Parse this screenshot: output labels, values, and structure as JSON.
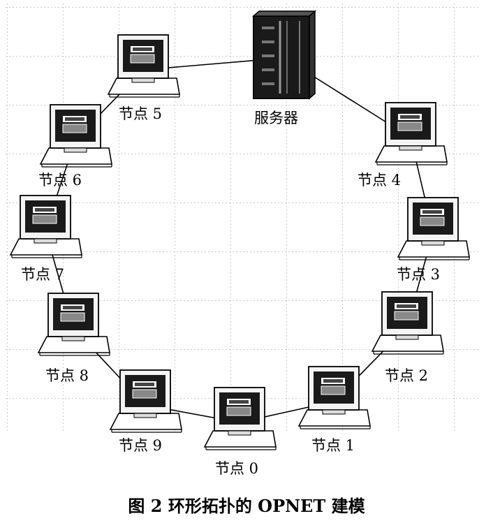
{
  "diagram": {
    "title": "OPNET ring topology",
    "server": {
      "label": "服务器",
      "icon": "server-tower-icon"
    },
    "nodes": [
      {
        "id": "n0",
        "label": "节点 0"
      },
      {
        "id": "n1",
        "label": "节点 1"
      },
      {
        "id": "n2",
        "label": "节点 2"
      },
      {
        "id": "n3",
        "label": "节点 3"
      },
      {
        "id": "n4",
        "label": "节点 4"
      },
      {
        "id": "n5",
        "label": "节点 5"
      },
      {
        "id": "n6",
        "label": "节点 6"
      },
      {
        "id": "n7",
        "label": "节点 7"
      },
      {
        "id": "n8",
        "label": "节点 8"
      },
      {
        "id": "n9",
        "label": "节点 9"
      }
    ],
    "links": [
      [
        "n0",
        "n1"
      ],
      [
        "n1",
        "n2"
      ],
      [
        "n2",
        "n3"
      ],
      [
        "n3",
        "n4"
      ],
      [
        "n4",
        "server"
      ],
      [
        "server",
        "n5"
      ],
      [
        "n5",
        "n6"
      ],
      [
        "n6",
        "n7"
      ],
      [
        "n7",
        "n8"
      ],
      [
        "n8",
        "n9"
      ],
      [
        "n9",
        "n0"
      ]
    ],
    "caption": "图 2  环形拓扑的 OPNET 建模",
    "colors": {
      "grid": "#9a9a9a",
      "line": "#000000",
      "screen": "#1a1a1a"
    }
  }
}
